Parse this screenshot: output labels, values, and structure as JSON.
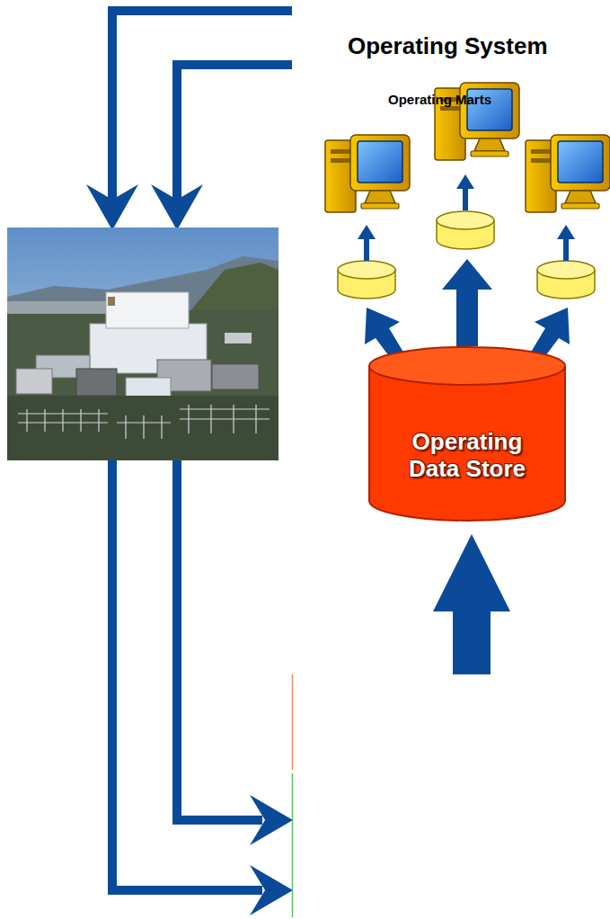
{
  "diagram": {
    "title": "Operating System",
    "nodes": [
      {
        "text": [
          "Operating Data Store"
        ]
      }
    ],
    "labels": [
      "Operating Marts"
    ]
  }
}
